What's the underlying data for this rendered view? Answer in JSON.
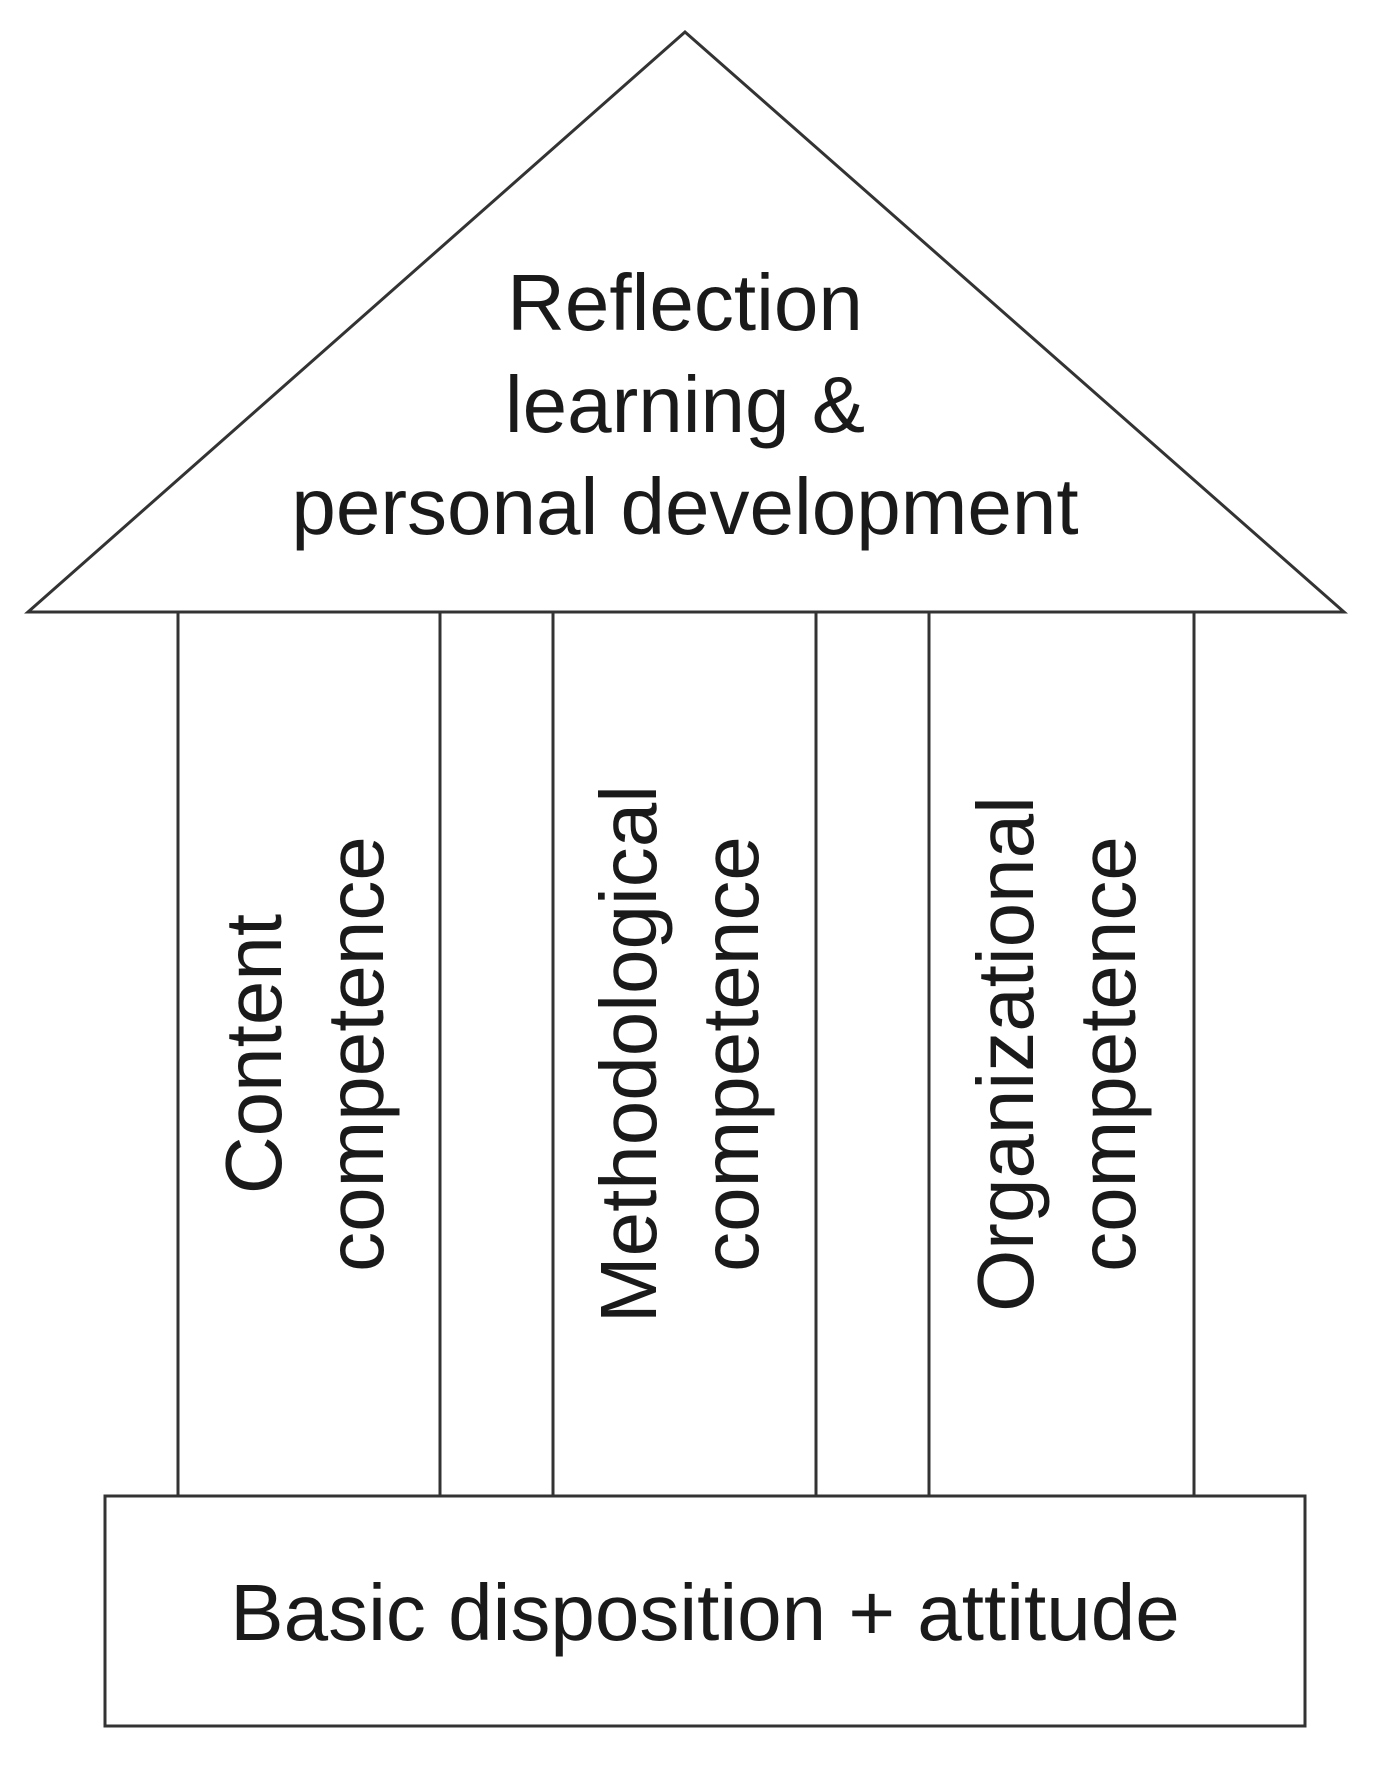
{
  "roof": {
    "line1": "Reflection",
    "line2": "learning &",
    "line3": "personal development"
  },
  "pillars": [
    {
      "line1": "Content",
      "line2": "competence"
    },
    {
      "line1": "Methodological",
      "line2": "competence"
    },
    {
      "line1": "Organizational",
      "line2": "competence"
    }
  ],
  "base": {
    "label": "Basic disposition + attitude"
  }
}
